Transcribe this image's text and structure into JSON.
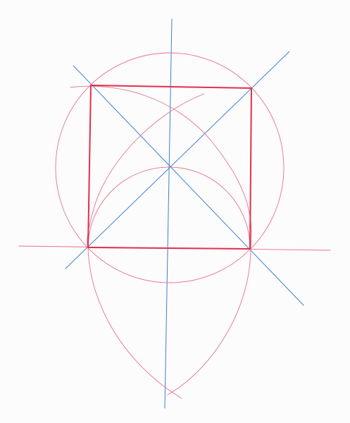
{
  "drawing": {
    "description_visible_text": [],
    "colors": {
      "paper": "#fcfcfc",
      "construction_red": "#e8708a",
      "square_red": "#e0304e",
      "guide_blue": "#3f7fd0"
    },
    "elements": {
      "circumscribed_circle": "circle",
      "inner_semicircle": "arc",
      "large_arc_left": "arc",
      "large_arc_right": "arc",
      "square": "polygon",
      "diagonal_a": "line",
      "diagonal_b": "line",
      "vertical_axis": "line",
      "base_line": "line"
    }
  }
}
